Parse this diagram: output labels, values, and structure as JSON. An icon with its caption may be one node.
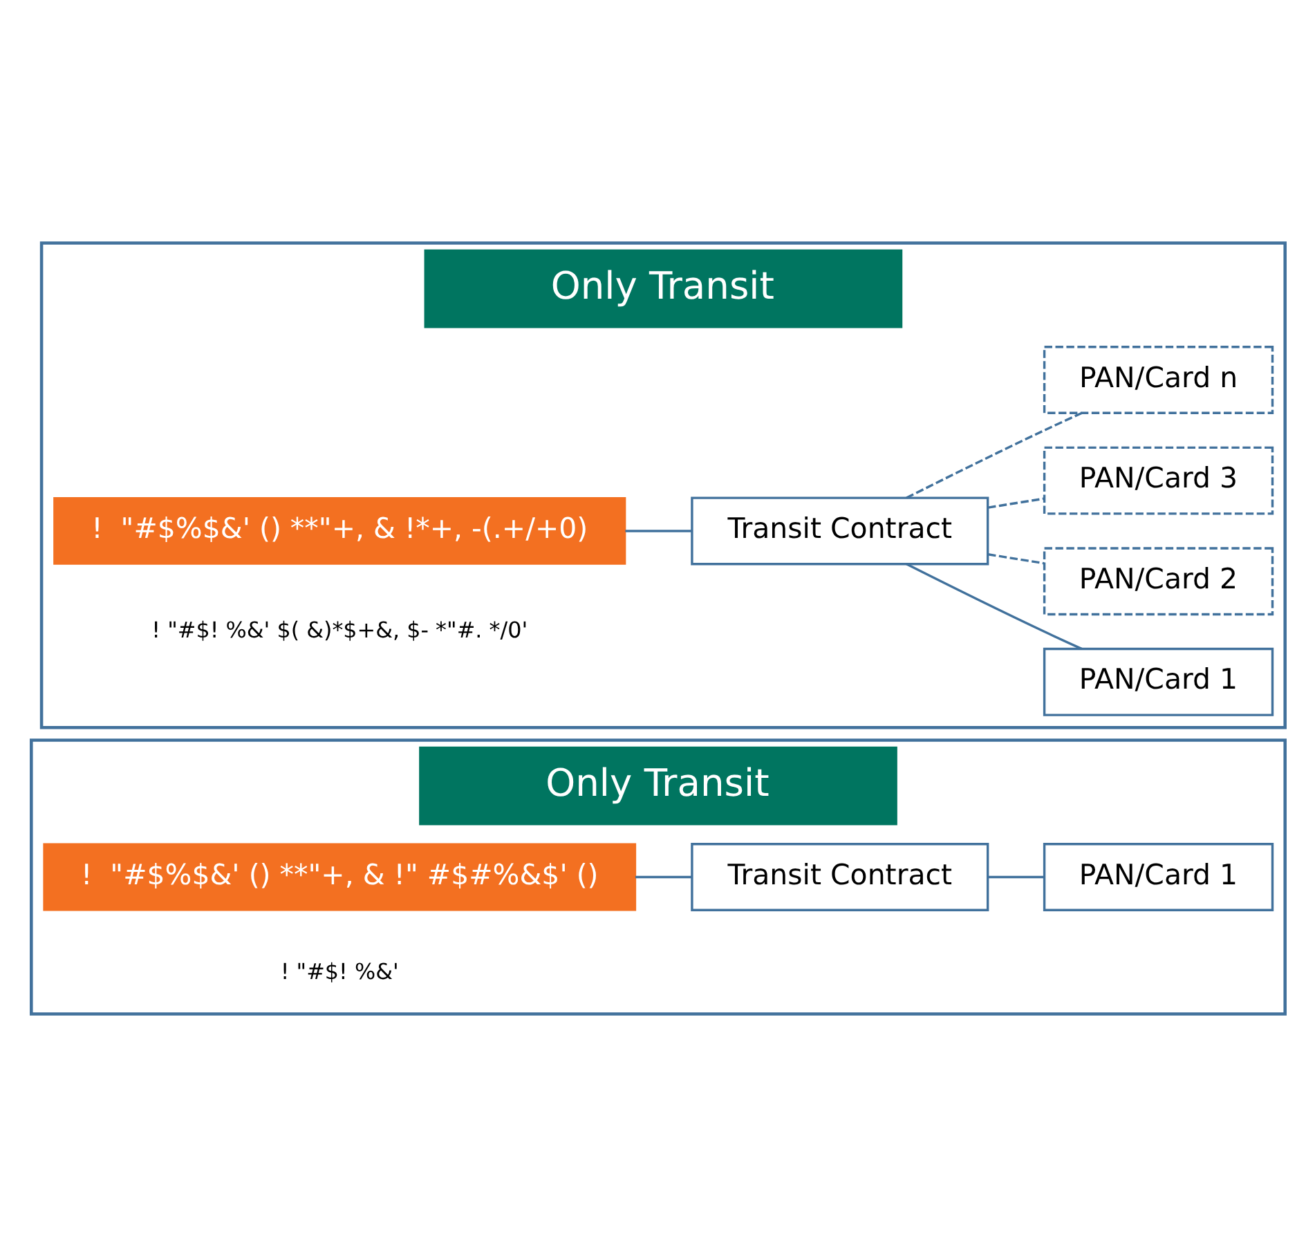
{
  "diagram": {
    "nodes": [
      {
        "text": [
          "Only Transit"
        ]
      },
      {
        "text": [
          "!  \"#$%$&' () **\"+, & !\" #$#%&$' ()"
        ],
        "in": 0
      },
      {
        "text": [
          "Transit Contract"
        ],
        "in": 0
      },
      {
        "text": [
          "PAN/Card 1"
        ],
        "in": 0
      },
      {
        "text": [
          "Only Transit"
        ]
      },
      {
        "text": [
          "!  \"#$%$&' () **\"+, & !*+, -(.+/+0)"
        ],
        "in": 4
      },
      {
        "text": [
          "Transit Contract"
        ],
        "in": 4
      },
      {
        "text": [
          "PAN/Card 1"
        ],
        "in": 4
      },
      {
        "text": [
          "PAN/Card 2"
        ],
        "in": 4
      },
      {
        "text": [
          "PAN/Card 3"
        ],
        "in": 4
      },
      {
        "text": [
          "PAN/Card n"
        ],
        "in": 4
      }
    ],
    "edges": [
      {
        "from": 1,
        "to": 2,
        "arrow": "none"
      },
      {
        "from": 2,
        "to": 3,
        "arrow": "none"
      },
      {
        "from": 5,
        "to": 6,
        "arrow": "none"
      },
      {
        "from": 6,
        "to": 7,
        "arrow": "none"
      },
      {
        "from": 6,
        "to": 8,
        "arrow": "none",
        "style": "dashed"
      },
      {
        "from": 6,
        "to": 9,
        "arrow": "none",
        "style": "dashed"
      },
      {
        "from": 6,
        "to": 10,
        "arrow": "none",
        "style": "dashed"
      }
    ],
    "labels": [
      "! \"#$! %&'",
      "! \"#$! %&' $( &)*$+&, $- *\"#. */0'"
    ]
  }
}
